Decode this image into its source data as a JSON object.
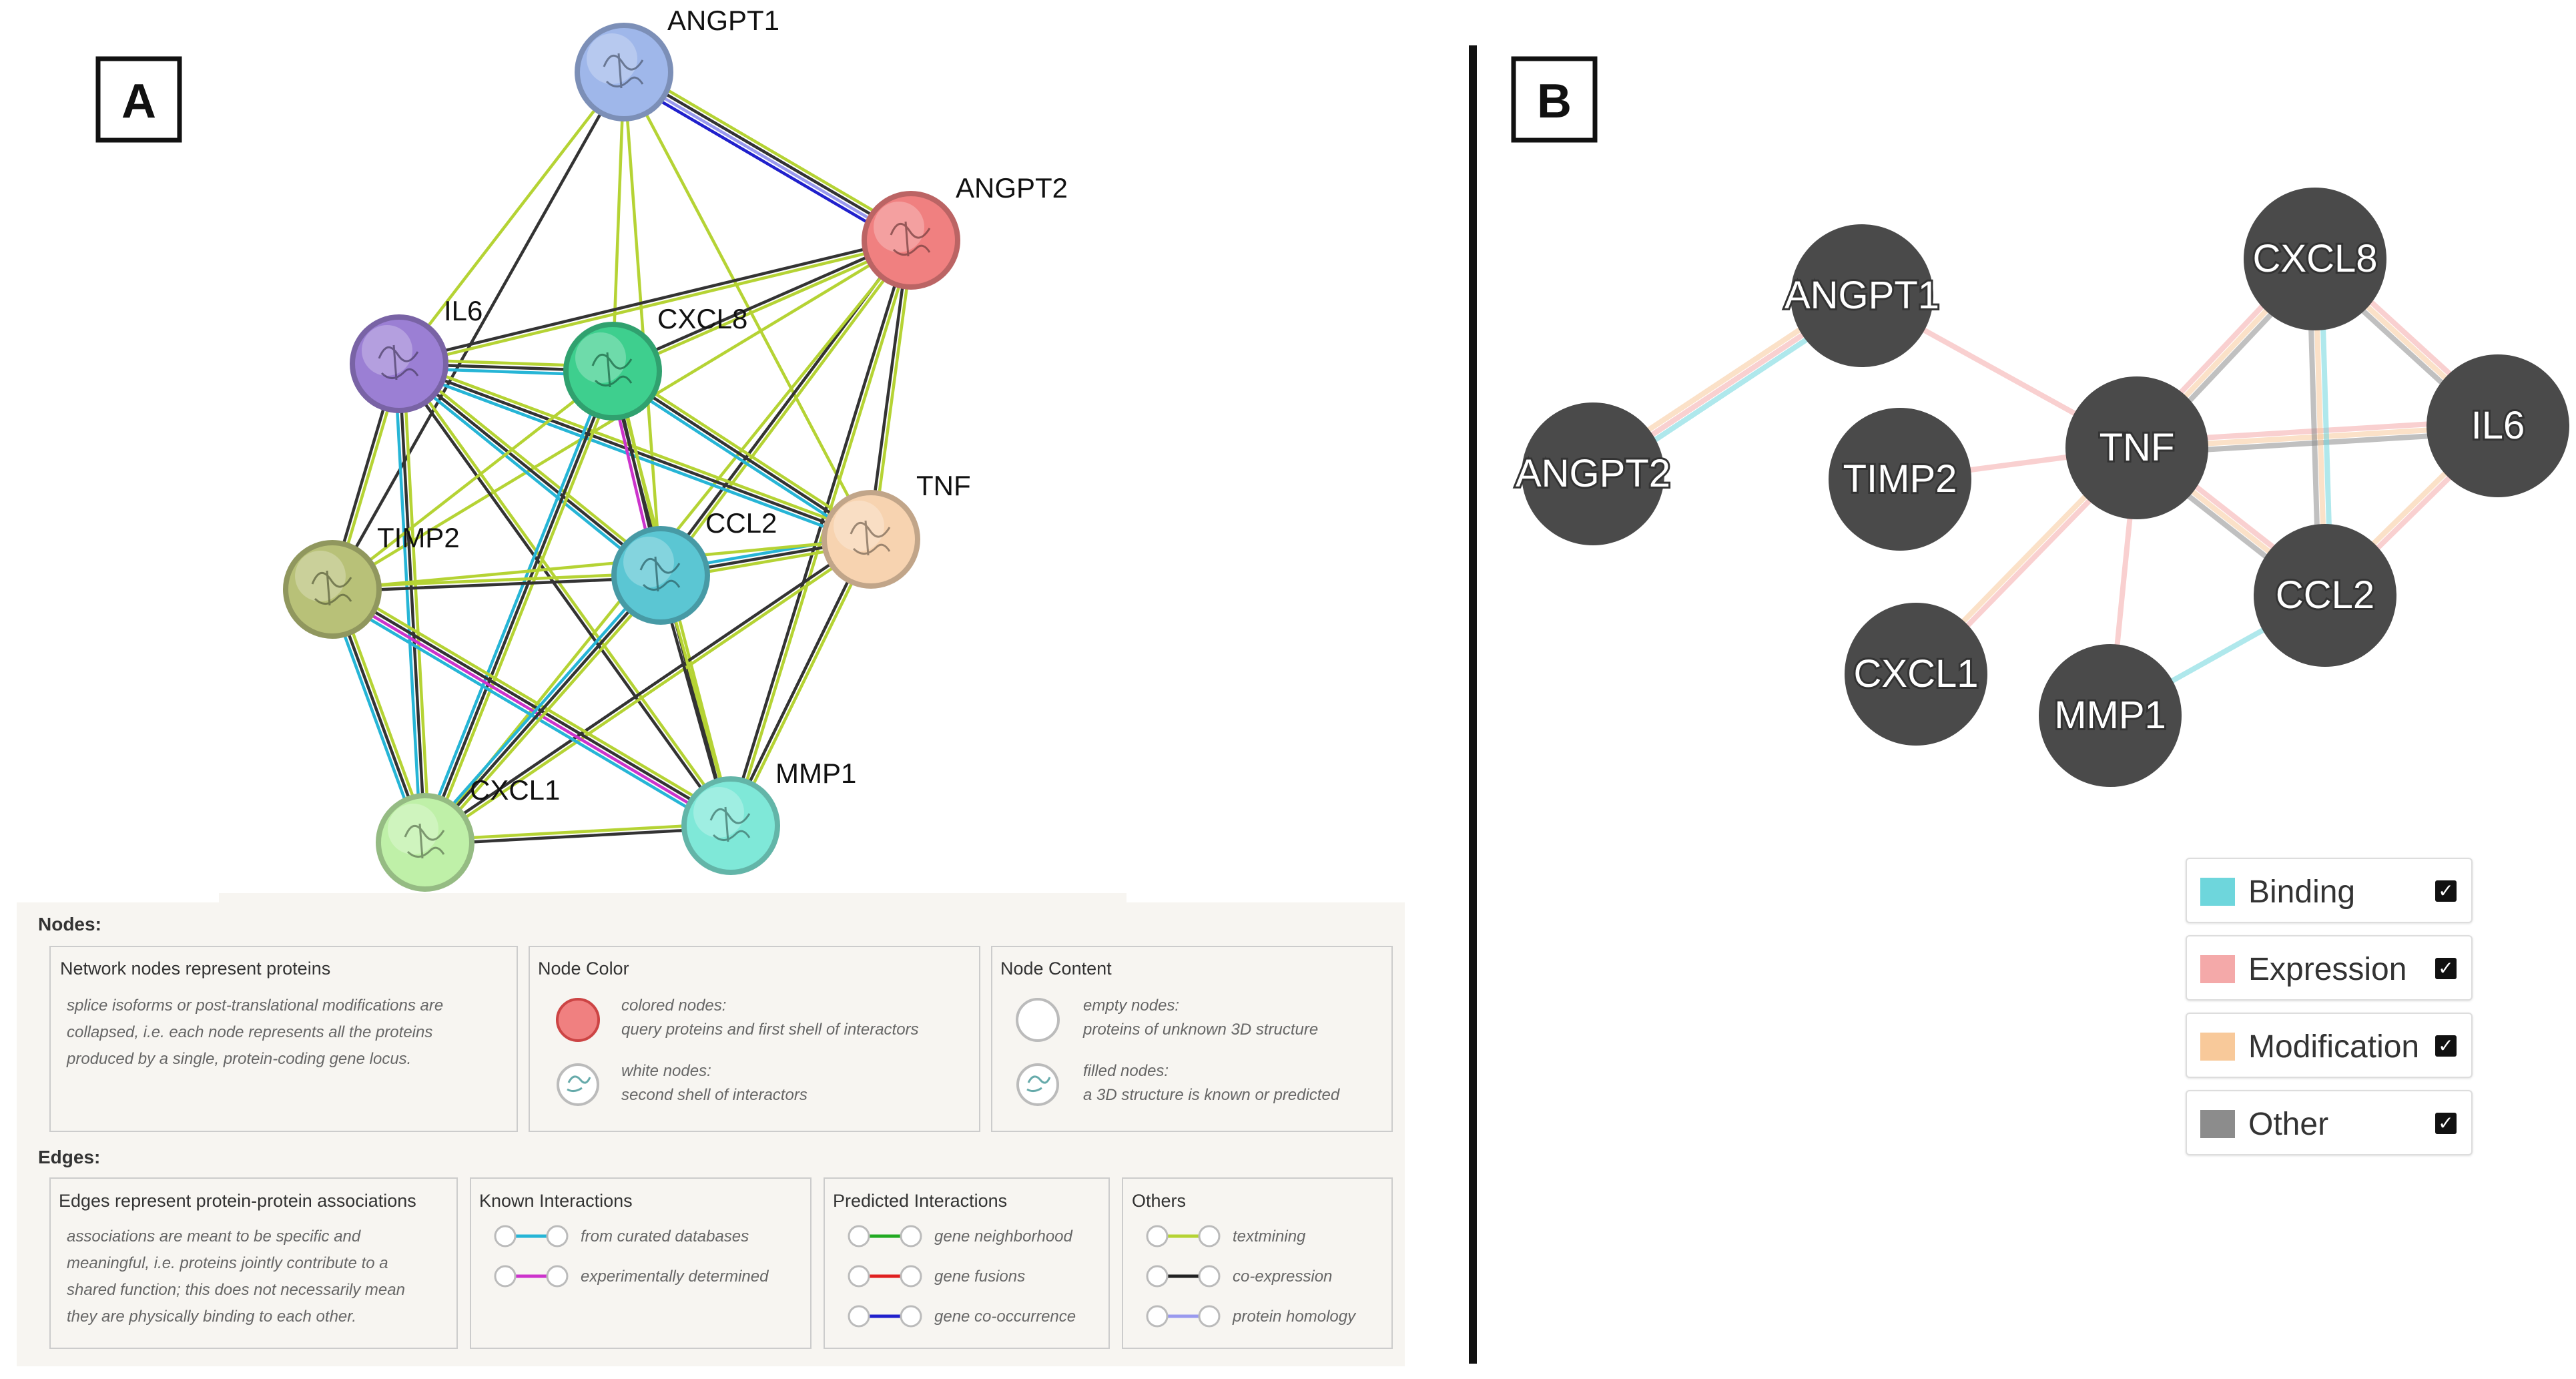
{
  "panel_a": {
    "letter": "A",
    "nodes": [
      {
        "id": "ANGPT1",
        "label": "ANGPT1",
        "color": "#9fb7ea"
      },
      {
        "id": "ANGPT2",
        "label": "ANGPT2",
        "color": "#f08080"
      },
      {
        "id": "IL6",
        "label": "IL6",
        "color": "#9b7fd4"
      },
      {
        "id": "CXCL8",
        "label": "CXCL8",
        "color": "#3ecf8e"
      },
      {
        "id": "TNF",
        "label": "TNF",
        "color": "#f7d3b0"
      },
      {
        "id": "TIMP2",
        "label": "TIMP2",
        "color": "#b8c178"
      },
      {
        "id": "CCL2",
        "label": "CCL2",
        "color": "#5bc6d3"
      },
      {
        "id": "CXCL1",
        "label": "CXCL1",
        "color": "#bff0a8"
      },
      {
        "id": "MMP1",
        "label": "MMP1",
        "color": "#7fe8d8"
      }
    ],
    "edges": [
      {
        "a": "ANGPT1",
        "b": "ANGPT2",
        "types": [
          "textmining",
          "co-expression",
          "protein homology",
          "gene co-occurrence"
        ]
      },
      {
        "a": "ANGPT1",
        "b": "IL6",
        "types": [
          "textmining"
        ]
      },
      {
        "a": "ANGPT1",
        "b": "CXCL8",
        "types": [
          "textmining"
        ]
      },
      {
        "a": "ANGPT1",
        "b": "TIMP2",
        "types": [
          "co-expression"
        ]
      },
      {
        "a": "ANGPT1",
        "b": "CCL2",
        "types": [
          "textmining"
        ]
      },
      {
        "a": "ANGPT1",
        "b": "TNF",
        "types": [
          "textmining"
        ]
      },
      {
        "a": "ANGPT2",
        "b": "IL6",
        "types": [
          "textmining",
          "co-expression"
        ]
      },
      {
        "a": "ANGPT2",
        "b": "CXCL8",
        "types": [
          "textmining",
          "co-expression"
        ]
      },
      {
        "a": "ANGPT2",
        "b": "TIMP2",
        "types": [
          "textmining"
        ]
      },
      {
        "a": "ANGPT2",
        "b": "CCL2",
        "types": [
          "textmining",
          "co-expression"
        ]
      },
      {
        "a": "ANGPT2",
        "b": "TNF",
        "types": [
          "textmining",
          "co-expression"
        ]
      },
      {
        "a": "ANGPT2",
        "b": "MMP1",
        "types": [
          "textmining",
          "co-expression"
        ]
      },
      {
        "a": "ANGPT2",
        "b": "CXCL1",
        "types": [
          "textmining"
        ]
      },
      {
        "a": "IL6",
        "b": "CXCL8",
        "types": [
          "textmining",
          "co-expression",
          "curated"
        ]
      },
      {
        "a": "IL6",
        "b": "TNF",
        "types": [
          "textmining",
          "co-expression",
          "curated"
        ]
      },
      {
        "a": "IL6",
        "b": "TIMP2",
        "types": [
          "textmining",
          "co-expression"
        ]
      },
      {
        "a": "IL6",
        "b": "CCL2",
        "types": [
          "textmining",
          "co-expression",
          "curated"
        ]
      },
      {
        "a": "IL6",
        "b": "CXCL1",
        "types": [
          "textmining",
          "co-expression",
          "curated"
        ]
      },
      {
        "a": "IL6",
        "b": "MMP1",
        "types": [
          "textmining",
          "co-expression"
        ]
      },
      {
        "a": "CXCL8",
        "b": "TNF",
        "types": [
          "textmining",
          "co-expression",
          "curated"
        ]
      },
      {
        "a": "CXCL8",
        "b": "CCL2",
        "types": [
          "textmining",
          "co-expression",
          "experimental"
        ]
      },
      {
        "a": "CXCL8",
        "b": "TIMP2",
        "types": [
          "textmining"
        ]
      },
      {
        "a": "CXCL8",
        "b": "CXCL1",
        "types": [
          "textmining",
          "co-expression",
          "curated"
        ]
      },
      {
        "a": "CXCL8",
        "b": "MMP1",
        "types": [
          "textmining",
          "co-expression"
        ]
      },
      {
        "a": "TNF",
        "b": "CCL2",
        "types": [
          "textmining",
          "co-expression",
          "curated"
        ]
      },
      {
        "a": "TNF",
        "b": "TIMP2",
        "types": [
          "textmining"
        ]
      },
      {
        "a": "TNF",
        "b": "CXCL1",
        "types": [
          "textmining",
          "co-expression"
        ]
      },
      {
        "a": "TNF",
        "b": "MMP1",
        "types": [
          "textmining",
          "co-expression"
        ]
      },
      {
        "a": "TIMP2",
        "b": "CCL2",
        "types": [
          "textmining",
          "co-expression"
        ]
      },
      {
        "a": "TIMP2",
        "b": "CXCL1",
        "types": [
          "textmining",
          "co-expression",
          "curated"
        ]
      },
      {
        "a": "TIMP2",
        "b": "MMP1",
        "types": [
          "textmining",
          "co-expression",
          "experimental",
          "curated"
        ]
      },
      {
        "a": "CCL2",
        "b": "CXCL1",
        "types": [
          "textmining",
          "co-expression",
          "curated"
        ]
      },
      {
        "a": "CCL2",
        "b": "MMP1",
        "types": [
          "textmining",
          "co-expression"
        ]
      },
      {
        "a": "CXCL1",
        "b": "MMP1",
        "types": [
          "textmining",
          "co-expression"
        ]
      }
    ],
    "legend": {
      "nodes_title": "Nodes:",
      "edges_title": "Edges:",
      "network_nodes": {
        "title": "Network nodes represent proteins",
        "desc": [
          "splice isoforms or post-translational modifications are",
          "collapsed, i.e. each node represents all the proteins",
          "produced by a single, protein-coding gene locus."
        ]
      },
      "node_color": {
        "title": "Node Color",
        "colored_label": "colored nodes:",
        "colored_desc": "query proteins and first shell of interactors",
        "white_label": "white nodes:",
        "white_desc": "second shell of interactors",
        "colored_swatch": "#f08080"
      },
      "node_content": {
        "title": "Node Content",
        "empty_label": "empty nodes:",
        "empty_desc": "proteins of unknown 3D structure",
        "filled_label": "filled nodes:",
        "filled_desc": "a 3D structure is known or predicted"
      },
      "edges_represent": {
        "title": "Edges represent protein-protein associations",
        "desc": [
          "associations are meant to be specific and",
          "meaningful, i.e. proteins jointly contribute to a",
          "shared function; this does not necessarily mean",
          "they are physically binding to each other."
        ]
      },
      "known": {
        "title": "Known Interactions",
        "items": [
          {
            "label": "from curated databases",
            "color": "#26b5d6"
          },
          {
            "label": "experimentally determined",
            "color": "#cc33cc"
          }
        ]
      },
      "predicted": {
        "title": "Predicted Interactions",
        "items": [
          {
            "label": "gene neighborhood",
            "color": "#22aa22"
          },
          {
            "label": "gene fusions",
            "color": "#e02020"
          },
          {
            "label": "gene co-occurrence",
            "color": "#2020cc"
          }
        ]
      },
      "others": {
        "title": "Others",
        "items": [
          {
            "label": "textmining",
            "color": "#b5d334"
          },
          {
            "label": "co-expression",
            "color": "#222222"
          },
          {
            "label": "protein homology",
            "color": "#9999ee"
          }
        ]
      }
    },
    "edge_colors": {
      "textmining": "#b5d334",
      "co-expression": "#333333",
      "protein homology": "#9999ee",
      "gene co-occurrence": "#2020cc",
      "curated": "#26b5d6",
      "experimental": "#cc33cc"
    }
  },
  "panel_b": {
    "letter": "B",
    "node_color": "#4a4a4a",
    "nodes": [
      {
        "id": "ANGPT1",
        "label": "ANGPT1"
      },
      {
        "id": "ANGPT2",
        "label": "ANGPT2"
      },
      {
        "id": "TIMP2",
        "label": "TIMP2"
      },
      {
        "id": "TNF",
        "label": "TNF"
      },
      {
        "id": "CXCL8",
        "label": "CXCL8"
      },
      {
        "id": "IL6",
        "label": "IL6"
      },
      {
        "id": "CCL2",
        "label": "CCL2"
      },
      {
        "id": "CXCL1",
        "label": "CXCL1"
      },
      {
        "id": "MMP1",
        "label": "MMP1"
      }
    ],
    "edges": [
      {
        "a": "ANGPT1",
        "b": "ANGPT2",
        "types": [
          "Binding",
          "Expression",
          "Modification"
        ]
      },
      {
        "a": "ANGPT1",
        "b": "TNF",
        "types": [
          "Expression"
        ]
      },
      {
        "a": "TIMP2",
        "b": "TNF",
        "types": [
          "Expression"
        ]
      },
      {
        "a": "TNF",
        "b": "CXCL8",
        "types": [
          "Expression",
          "Modification",
          "Other"
        ]
      },
      {
        "a": "TNF",
        "b": "IL6",
        "types": [
          "Expression",
          "Modification",
          "Other"
        ]
      },
      {
        "a": "TNF",
        "b": "CCL2",
        "types": [
          "Expression",
          "Modification",
          "Other"
        ]
      },
      {
        "a": "TNF",
        "b": "CXCL1",
        "types": [
          "Expression",
          "Modification"
        ]
      },
      {
        "a": "TNF",
        "b": "MMP1",
        "types": [
          "Expression"
        ]
      },
      {
        "a": "CXCL8",
        "b": "IL6",
        "types": [
          "Expression",
          "Modification",
          "Other"
        ]
      },
      {
        "a": "CXCL8",
        "b": "CCL2",
        "types": [
          "Binding",
          "Modification",
          "Other"
        ]
      },
      {
        "a": "IL6",
        "b": "CCL2",
        "types": [
          "Expression",
          "Modification"
        ]
      },
      {
        "a": "CCL2",
        "b": "MMP1",
        "types": [
          "Binding"
        ]
      }
    ],
    "legend": [
      {
        "label": "Binding",
        "color": "#6ed6dc",
        "checked": true
      },
      {
        "label": "Expression",
        "color": "#f4a9a9",
        "checked": true
      },
      {
        "label": "Modification",
        "color": "#f8c99a",
        "checked": true
      },
      {
        "label": "Other",
        "color": "#8c8c8c",
        "checked": true
      }
    ],
    "check_mark": "✓"
  }
}
